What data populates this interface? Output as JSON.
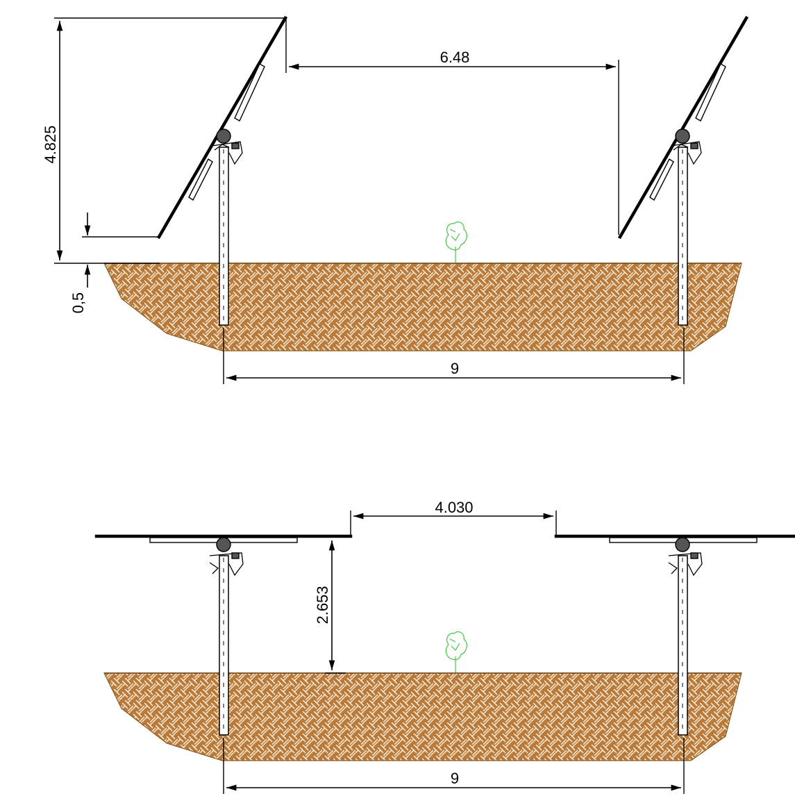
{
  "drawing": {
    "top_view": {
      "height_label": "4.825",
      "spacing_label": "6.48",
      "clearance_label": "0,5",
      "pitch_label": "9"
    },
    "bottom_view": {
      "gap_label": "4.030",
      "height_label": "2.653",
      "pitch_label": "9"
    }
  }
}
